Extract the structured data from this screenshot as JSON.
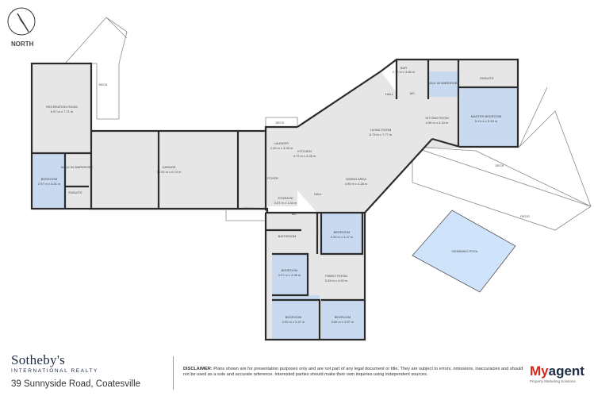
{
  "compass": {
    "label": "NORTH",
    "icon": "north-arrow-icon"
  },
  "rooms": {
    "recreation": {
      "name": "RECREATION ROOM",
      "dims": "6.97 m x 7.71 m"
    },
    "deck_top_left": {
      "name": "DECK"
    },
    "bedroom_left": {
      "name": "BEDROOM",
      "dims": "2.97 m x 4.01 m"
    },
    "wardrobe_left": {
      "name": "WALK IN WARDROBE"
    },
    "ensuite_left": {
      "name": "ENSUITE"
    },
    "garage": {
      "name": "GARAGE",
      "dims": "10.92 m x 6.74 m"
    },
    "deck_mid": {
      "name": "DECK"
    },
    "laundry": {
      "name": "LAUNDRY",
      "dims": "2.29 m x 3.09 m"
    },
    "kitchen": {
      "name": "KITCHEN",
      "dims": "3.72 m x 4.28 m"
    },
    "foyer": {
      "name": "FOYER"
    },
    "storage": {
      "name": "STORAGE",
      "dims": "3.07 m x 1.44 m"
    },
    "porch": {
      "name": "PORCH"
    },
    "hall_mid": {
      "name": "HALL"
    },
    "living": {
      "name": "LIVING ROOM",
      "dims": "6.73 m x 7.77 m"
    },
    "dining": {
      "name": "DINING AREA",
      "dims": "4.95 m x 4.28 m"
    },
    "bar": {
      "name": "BAR",
      "dims": "2.17 m x 3.80 m"
    },
    "hall_top": {
      "name": "HALL"
    },
    "wc_top": {
      "name": "WC"
    },
    "wardrobe_right": {
      "name": "WALK IN WARDROBE"
    },
    "ensuite_right": {
      "name": "ENSUITE"
    },
    "sitting": {
      "name": "SITTING ROOM",
      "dims": "4.96 m x 4.24 m"
    },
    "master": {
      "name": "MASTER BEDROOM",
      "dims": "5.11 m x 5.33 m"
    },
    "deck_right": {
      "name": "DECK"
    },
    "patio": {
      "name": "PATIO"
    },
    "pool": {
      "name": "SWIMMING POOL"
    },
    "wc_mid": {
      "name": "WC"
    },
    "bathroom": {
      "name": "BATHROOM"
    },
    "hall_wing": {
      "name": "HALL"
    },
    "bedroom_2": {
      "name": "BEDROOM",
      "dims": "3.33 m x 3.27 m"
    },
    "bedroom_3": {
      "name": "BEDROOM",
      "dims": "3.27 m x 3.36 m"
    },
    "family": {
      "name": "FAMILY ROOM",
      "dims": "5.33 m x 4.03 m"
    },
    "bedroom_4": {
      "name": "BEDROOM",
      "dims": "3.92 m x 3.47 m"
    },
    "bedroom_5": {
      "name": "BEDROOM",
      "dims": "3.66 m x 3.57 m"
    }
  },
  "footer": {
    "brand": "Sotheby's",
    "brand_sub": "INTERNATIONAL REALTY",
    "address": "39 Sunnyside Road, Coatesville",
    "disclaimer_title": "DISCLAIMER:",
    "disclaimer_body": "Plans shown are for presentation purposes only and are not part of any legal document or title. They are subject to errors, omissions, inaccuracies and should not be used as a sole and accurate reference. Interested parties should make their own inquiries using independent sources.",
    "agent_logo_a": "My",
    "agent_logo_b": "agent",
    "agent_sub": "Property Marketing Solutions"
  },
  "colors": {
    "wall": "#2b2b2b",
    "floor": "#e6e6e6",
    "bedroom": "#c9d9f0",
    "pool": "#cfe3fb",
    "outline": "#8a8a8a"
  }
}
